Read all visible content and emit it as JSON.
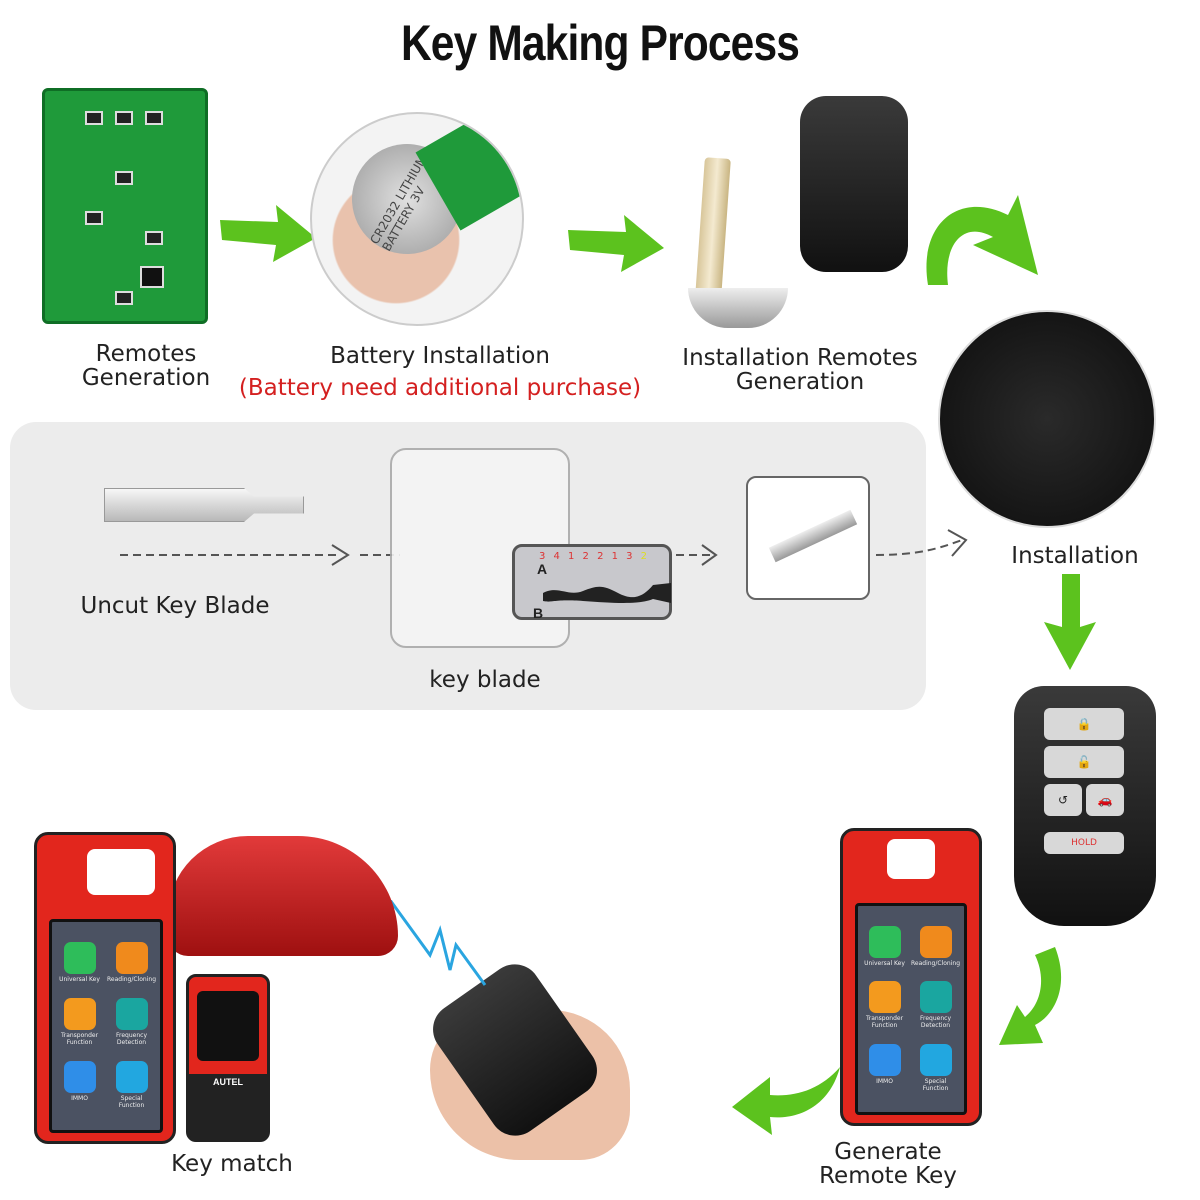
{
  "title": "Key Making Process",
  "steps": {
    "remotes_generation": "Remotes\nGeneration",
    "battery_installation": "Battery Installation",
    "battery_note": "(Battery need additional purchase)",
    "installation_remotes": "Installation Remotes\nGeneration",
    "installation": "Installation",
    "uncut_key_blade": "Uncut Key  Blade",
    "key_blade": "key blade",
    "key_match": "Key match",
    "generate_remote_key": "Generate\nRemote Key"
  },
  "battery_text": "CR2032 LITHIUM BATTERY 3V",
  "cut_chart": {
    "top_label": "A",
    "bottom_label": "B",
    "codes": [
      "3",
      "4",
      "1",
      "2",
      "2",
      "1",
      "3",
      "2"
    ]
  },
  "remote": {
    "hold_label": "HOLD"
  },
  "device": {
    "brand": "AUTEL",
    "apps": [
      {
        "label": "Universal Key",
        "color": "#2ebd5a"
      },
      {
        "label": "Reading/Cloning",
        "color": "#f08a1c"
      },
      {
        "label": "Transponder Function",
        "color": "#f39a1e"
      },
      {
        "label": "Frequency Detection",
        "color": "#1aa6a0"
      },
      {
        "label": "IMMO",
        "color": "#2f8ee8"
      },
      {
        "label": "Special Function",
        "color": "#22a7e0"
      }
    ]
  },
  "colors": {
    "arrow": "#5cc21e",
    "accent_red": "#d42020",
    "device_red": "#e2261d"
  }
}
